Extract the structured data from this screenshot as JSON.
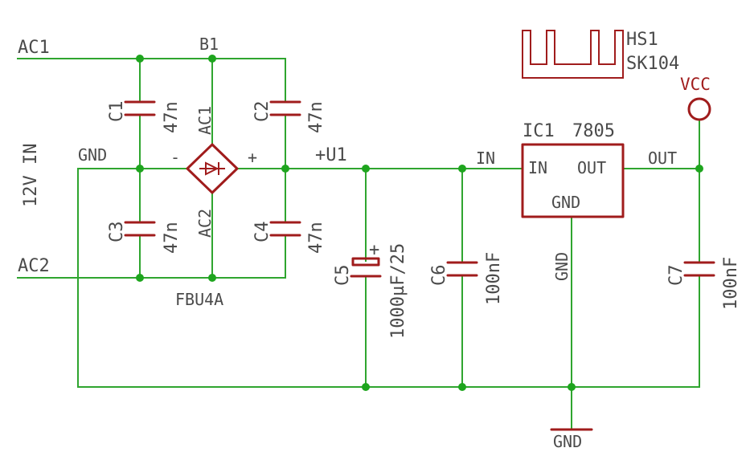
{
  "input": {
    "ac1": "AC1",
    "ac2": "AC2",
    "gnd": "GND",
    "supply": "12V IN"
  },
  "bridge": {
    "name": "B1",
    "value": "FBU4A",
    "pin_ac1": "AC1",
    "pin_ac2": "AC2",
    "pin_minus": "-",
    "pin_plus": "+"
  },
  "capacitors": {
    "c1": {
      "name": "C1",
      "value": "47n"
    },
    "c2": {
      "name": "C2",
      "value": "47n"
    },
    "c3": {
      "name": "C3",
      "value": "47n"
    },
    "c4": {
      "name": "C4",
      "value": "47n"
    },
    "c5": {
      "name": "C5",
      "value": "1000µF/25",
      "polarity": "+"
    },
    "c6": {
      "name": "C6",
      "value": "100nF"
    },
    "c7": {
      "name": "C7",
      "value": "100nF"
    }
  },
  "nets": {
    "u1": "+U1",
    "in": "IN",
    "out": "OUT",
    "reg_gnd": "GND",
    "gnd_symbol": "GND"
  },
  "regulator": {
    "name": "IC1",
    "value": "7805",
    "pin_in": "IN",
    "pin_out": "OUT",
    "pin_gnd": "GND"
  },
  "heatsink": {
    "name": "HS1",
    "value": "SK104"
  },
  "vcc": "VCC",
  "colors": {
    "wire": "#2fa52f",
    "part": "#a01c1c",
    "text": "#4a4a4a",
    "junction": "#1ea51e"
  }
}
